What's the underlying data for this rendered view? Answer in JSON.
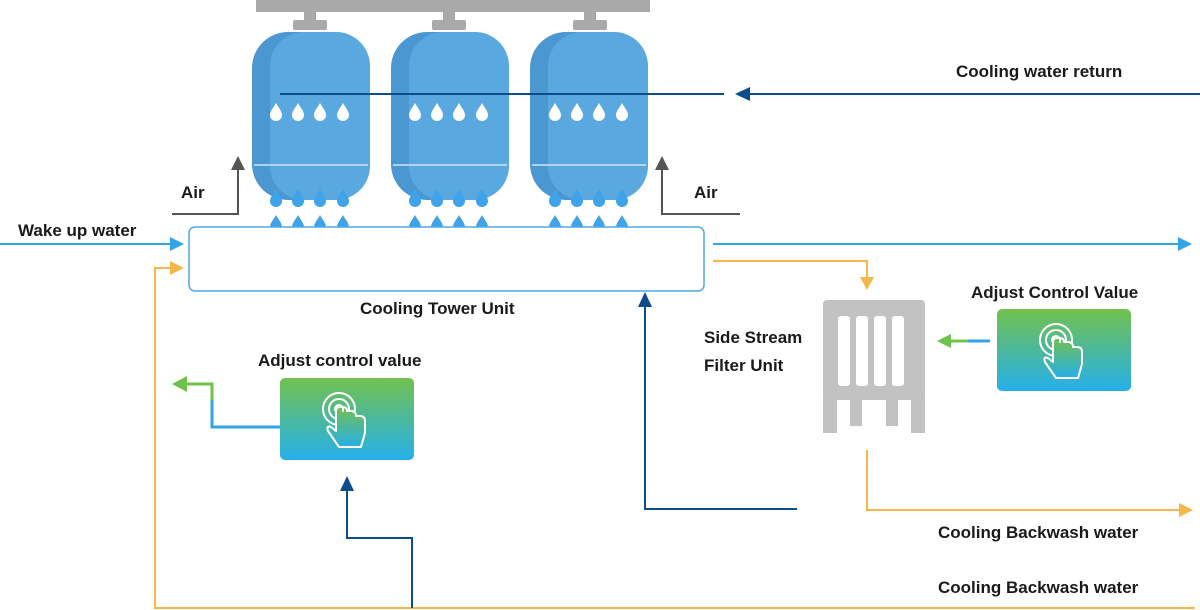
{
  "labels": {
    "cooling_water_return": "Cooling water return",
    "air_left": "Air",
    "air_right": "Air",
    "wake_up_water": "Wake up water",
    "cooling_tower_unit": "Cooling Tower Unit",
    "side_stream_filter_line1": "Side Stream",
    "side_stream_filter_line2": "Filter Unit",
    "adjust_control_value_right": "Adjust Control Value",
    "adjust_control_value_left": "Adjust control value",
    "cooling_backwash_water_1": "Cooling Backwash water",
    "cooling_backwash_water_2": "Cooling Backwash water"
  },
  "icons": {
    "tank": "water-tank-icon",
    "droplet": "water-droplet-icon",
    "filter": "filter-unit-icon",
    "touch": "touch-hand-icon"
  },
  "colors": {
    "tank_body": "#5aa8e0",
    "tank_shade": "#4a97d2",
    "header_bar": "#a9a9a9",
    "droplet": "#3ea3e8",
    "dark_blue_line": "#0d4c8a",
    "light_blue_line": "#33a4ea",
    "orange_line": "#f7b64a",
    "gray_arrow": "#555555",
    "green": "#6cc24a",
    "control_top": "#72c14e",
    "control_bottom": "#26b0ea",
    "filter_gray": "#c2c2c2"
  }
}
